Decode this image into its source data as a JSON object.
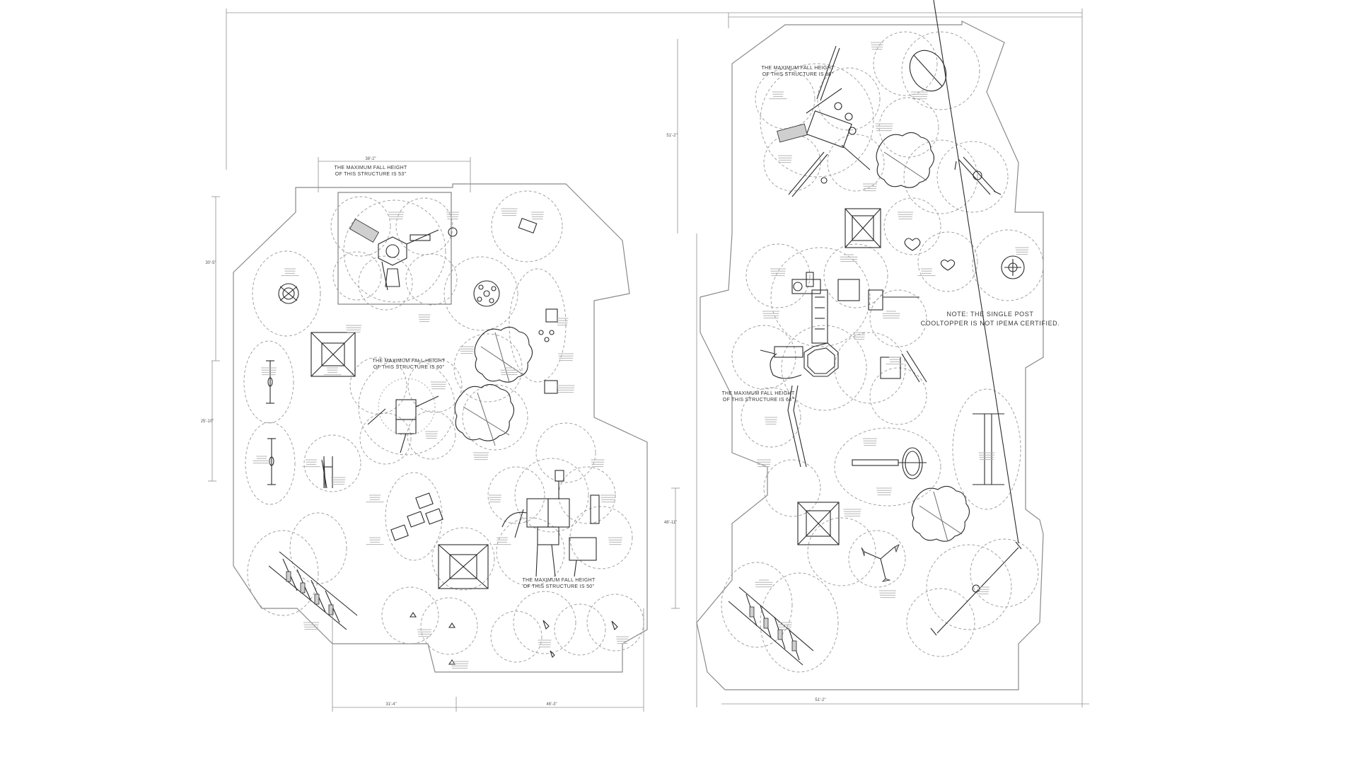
{
  "left_plan": {
    "name": "left-site-plan",
    "fall_height_notes": [
      {
        "line1": "THE MAXIMUM FALL HEIGHT",
        "line2": "OF THIS STRUCTURE IS 53\""
      },
      {
        "line1": "THE MAXIMUM FALL HEIGHT",
        "line2": "OF THIS STRUCTURE IS 60\""
      },
      {
        "line1": "THE MAXIMUM FALL HEIGHT",
        "line2": "OF THIS STRUCTURE IS 50\""
      }
    ],
    "dimensions": {
      "top_structure": "38'-2\"",
      "left_upper": "30'-5\"",
      "left_lower": "25'-10\"",
      "right_side": "48'-11\"",
      "bottom_left": "31'-4\"",
      "bottom_right": "46'-3\""
    }
  },
  "right_plan": {
    "name": "right-site-plan",
    "fall_height_notes": [
      {
        "line1": "THE MAXIMUM FALL HEIGHT",
        "line2": "OF THIS STRUCTURE IS 86\""
      },
      {
        "line1": "THE MAXIMUM FALL HEIGHT",
        "line2": "OF THIS STRUCTURE IS 64\""
      }
    ],
    "note": {
      "line1": "NOTE: THE SINGLE POST",
      "line2": "COOLTOPPER IS NOT IPEMA CERTIFIED."
    },
    "dimensions": {
      "left_upper": "51'-2\"",
      "bottom": "51'-2\""
    }
  }
}
